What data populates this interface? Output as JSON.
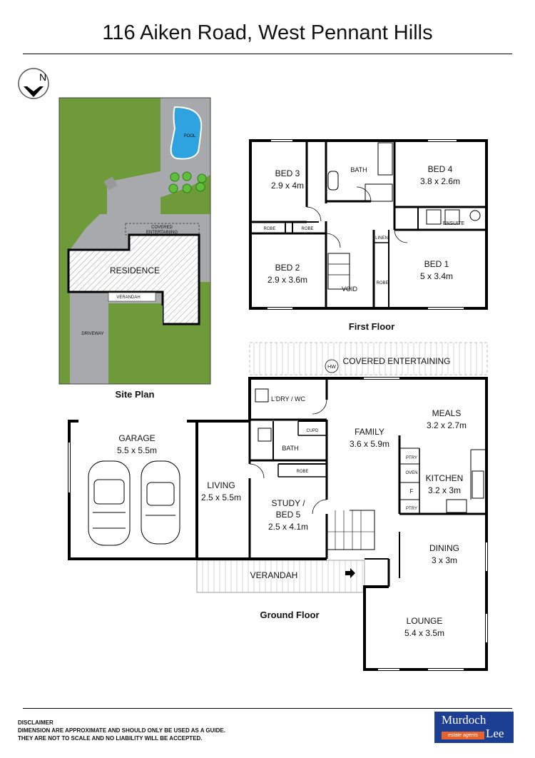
{
  "title": "116 Aiken Road, West Pennant Hills",
  "compass": "N",
  "site_plan": {
    "label": "Site Plan",
    "pool": "POOL",
    "covered": "COVERED",
    "entertaining": "ENTERTAINING",
    "residence": "RESIDENCE",
    "verandah": "VERANDAH",
    "driveway": "DRIVEWAY"
  },
  "first_floor": {
    "label": "First Floor",
    "rooms": {
      "bed3": "BED 3",
      "bed3_dim": "2.9 x 4m",
      "bath": "BATH",
      "bed4": "BED 4",
      "bed4_dim": "3.8 x 2.6m",
      "bed2": "BED 2",
      "bed2_dim": "2.9 x 3.6m",
      "bed1": "BED 1",
      "bed1_dim": "5 x 3.4m",
      "robe": "ROBE",
      "ensuite": "ENSUITE",
      "linen": "LINEN",
      "void": "VOID"
    }
  },
  "ground_floor": {
    "label": "Ground Floor",
    "rooms": {
      "hw": "HW",
      "covered_entertaining": "COVERED ENTERTAINING",
      "laundry": "L'DRY / WC",
      "meals": "MEALS",
      "meals_dim": "3.2 x 2.7m",
      "family": "FAMILY",
      "family_dim": "3.6 x 5.9m",
      "garage": "GARAGE",
      "garage_dim": "5.5 x 5.5m",
      "cupd": "CUPD",
      "bath": "BATH",
      "pantry": "PTRY",
      "oven": "OVEN",
      "fridge": "F",
      "kitchen": "KITCHEN",
      "kitchen_dim": "3.2 x 3m",
      "living": "LIVING",
      "living_dim": "2.5 x 5.5m",
      "robe": "ROBE",
      "study": "STUDY /",
      "study2": "BED 5",
      "study_dim": "2.5 x 4.1m",
      "dining": "DINING",
      "dining_dim": "3 x 3m",
      "verandah": "VERANDAH",
      "lounge": "LOUNGE",
      "lounge_dim": "5.4 x 3.5m"
    }
  },
  "disclaimer": {
    "heading": "DISCLAIMER",
    "line1": "DIMENSION ARE APPROXIMATE AND SHOULD ONLY BE USED AS A  GUIDE.",
    "line2": "THEY ARE NOT TO SCALE AND NO LIABILITY WILL BE ACCEPTED."
  },
  "logo": {
    "line1": "Murdoch",
    "tagline": "estate agents",
    "line2": "Lee"
  },
  "colors": {
    "lawn": "#6f9a3a",
    "paving": "#a7a9ac",
    "pool": "#2ea3e0",
    "brand": "#1c3f94",
    "tag": "#e8632b"
  }
}
